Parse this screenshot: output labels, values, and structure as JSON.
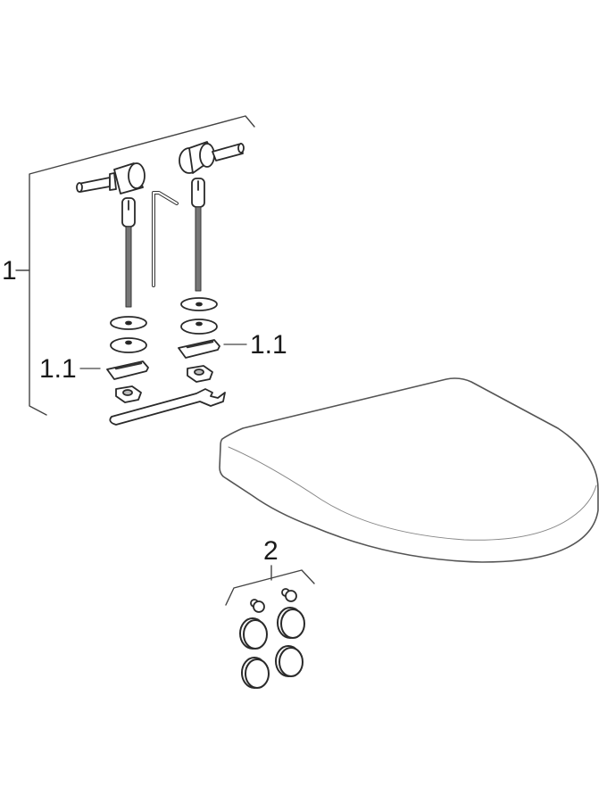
{
  "diagram": {
    "type": "exploded parts drawing",
    "subject": "toilet seat with fixing set",
    "colors": {
      "line": "#2a2a2a",
      "fill": "#ffffff",
      "bracket": "#444444"
    }
  },
  "callouts": [
    {
      "id": "1",
      "label": "1",
      "description": "fixing set"
    },
    {
      "id": "1.1a",
      "label": "1.1",
      "description": "seat holder (left)"
    },
    {
      "id": "1.1b",
      "label": "1.1",
      "description": "seat holder (right)"
    },
    {
      "id": "2",
      "label": "2",
      "description": "buffer / cap set"
    }
  ],
  "parts": {
    "fixing_set": [
      "hinge pin left",
      "hinge pin right",
      "threaded rod left",
      "threaded rod right",
      "hex key",
      "washers (4)",
      "seat holders (2)",
      "square nuts (2)",
      "open-end spanner"
    ],
    "seat": "toilet seat lid",
    "buffer_set": [
      "small buffers (2)",
      "round caps (4)"
    ]
  }
}
